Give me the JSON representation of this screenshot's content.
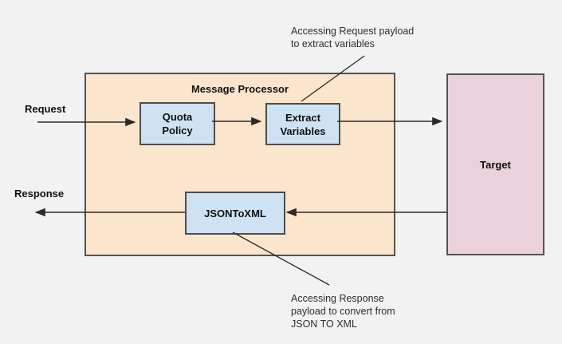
{
  "diagram": {
    "processor": {
      "title": "Message Processor"
    },
    "nodes": {
      "quota_policy": {
        "label": "Quota\nPolicy"
      },
      "extract_variables": {
        "label": "Extract\nVariables"
      },
      "json_to_xml": {
        "label": "JSONToXML"
      },
      "target": {
        "label": "Target"
      }
    },
    "flow_labels": {
      "request": "Request",
      "response": "Response"
    },
    "annotations": {
      "top": "Accessing Request payload\nto extract variables",
      "bottom": "Accessing Response\npayload to convert from\nJSON TO XML"
    },
    "colors": {
      "background": "#f2f2f2",
      "processor_fill": "#fce5cd",
      "node_fill": "#cfe2f3",
      "target_fill": "#ead1dc",
      "border": "#555350",
      "line": "#2a2a2a"
    }
  }
}
